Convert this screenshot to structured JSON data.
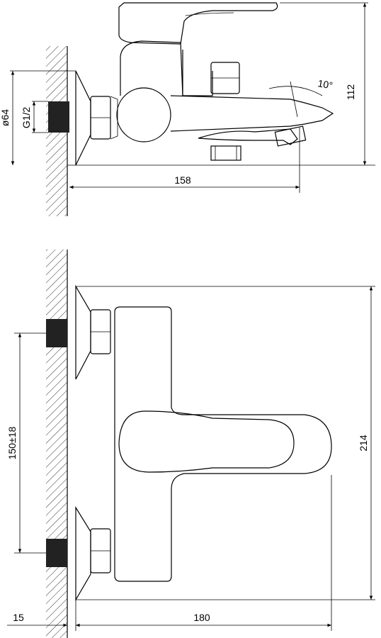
{
  "drawing": {
    "side_view": {
      "wall_diameter_label": "ø64",
      "thread_label": "G1/2",
      "angle_label": "10°",
      "height_label": "112",
      "length_label": "158"
    },
    "top_view": {
      "center_distance_label": "150±18",
      "depth_label": "214",
      "wall_offset_label": "15",
      "length_label": "180"
    }
  }
}
